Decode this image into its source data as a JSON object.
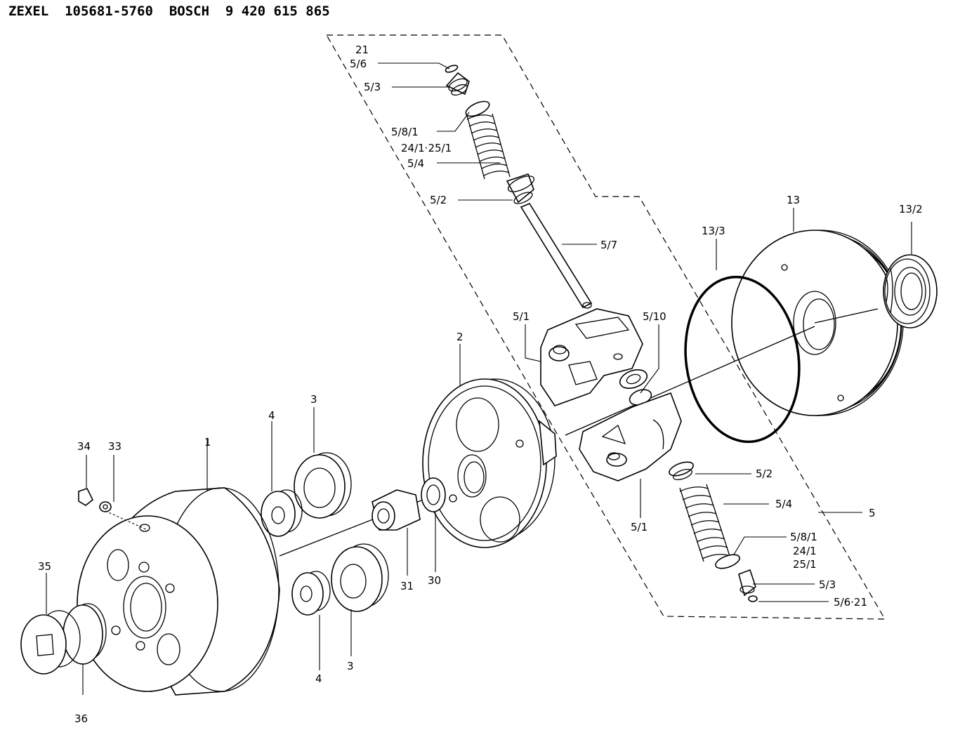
{
  "header": {
    "maker": "ZEXEL",
    "part_no": "105681-5760",
    "oem": "BOSCH",
    "oem_no": "9 420 615 865"
  },
  "labels": {
    "p1": "1",
    "p2": "2",
    "p3_top": "3",
    "p3_bottom": "3",
    "p4_top": "4",
    "p4_bottom": "4",
    "p5": "5",
    "p5_1_top": "5/1",
    "p5_1_bottom": "5/1",
    "p5_2_top": "5/2",
    "p5_2_bottom": "5/2",
    "p5_3_top": "5/3",
    "p5_3_bottom": "5/3",
    "p5_4_top": "5/4",
    "p5_4_bottom": "5/4",
    "p5_6_top": "5/6",
    "p5_6_21_bottom": "5/6·21",
    "p5_7": "5/7",
    "p5_8_1_top": "5/8/1",
    "p5_8_1_bottom": "5/8/1",
    "p5_10": "5/10",
    "p13": "13",
    "p13_2": "13/2",
    "p13_3": "13/3",
    "p21": "21",
    "p24_25_top": "24/1·25/1",
    "p24_1_bottom": "24/1",
    "p25_1_bottom": "25/1",
    "p30": "30",
    "p31": "31",
    "p33": "33",
    "p34": "34",
    "p35": "35",
    "p36": "36"
  }
}
